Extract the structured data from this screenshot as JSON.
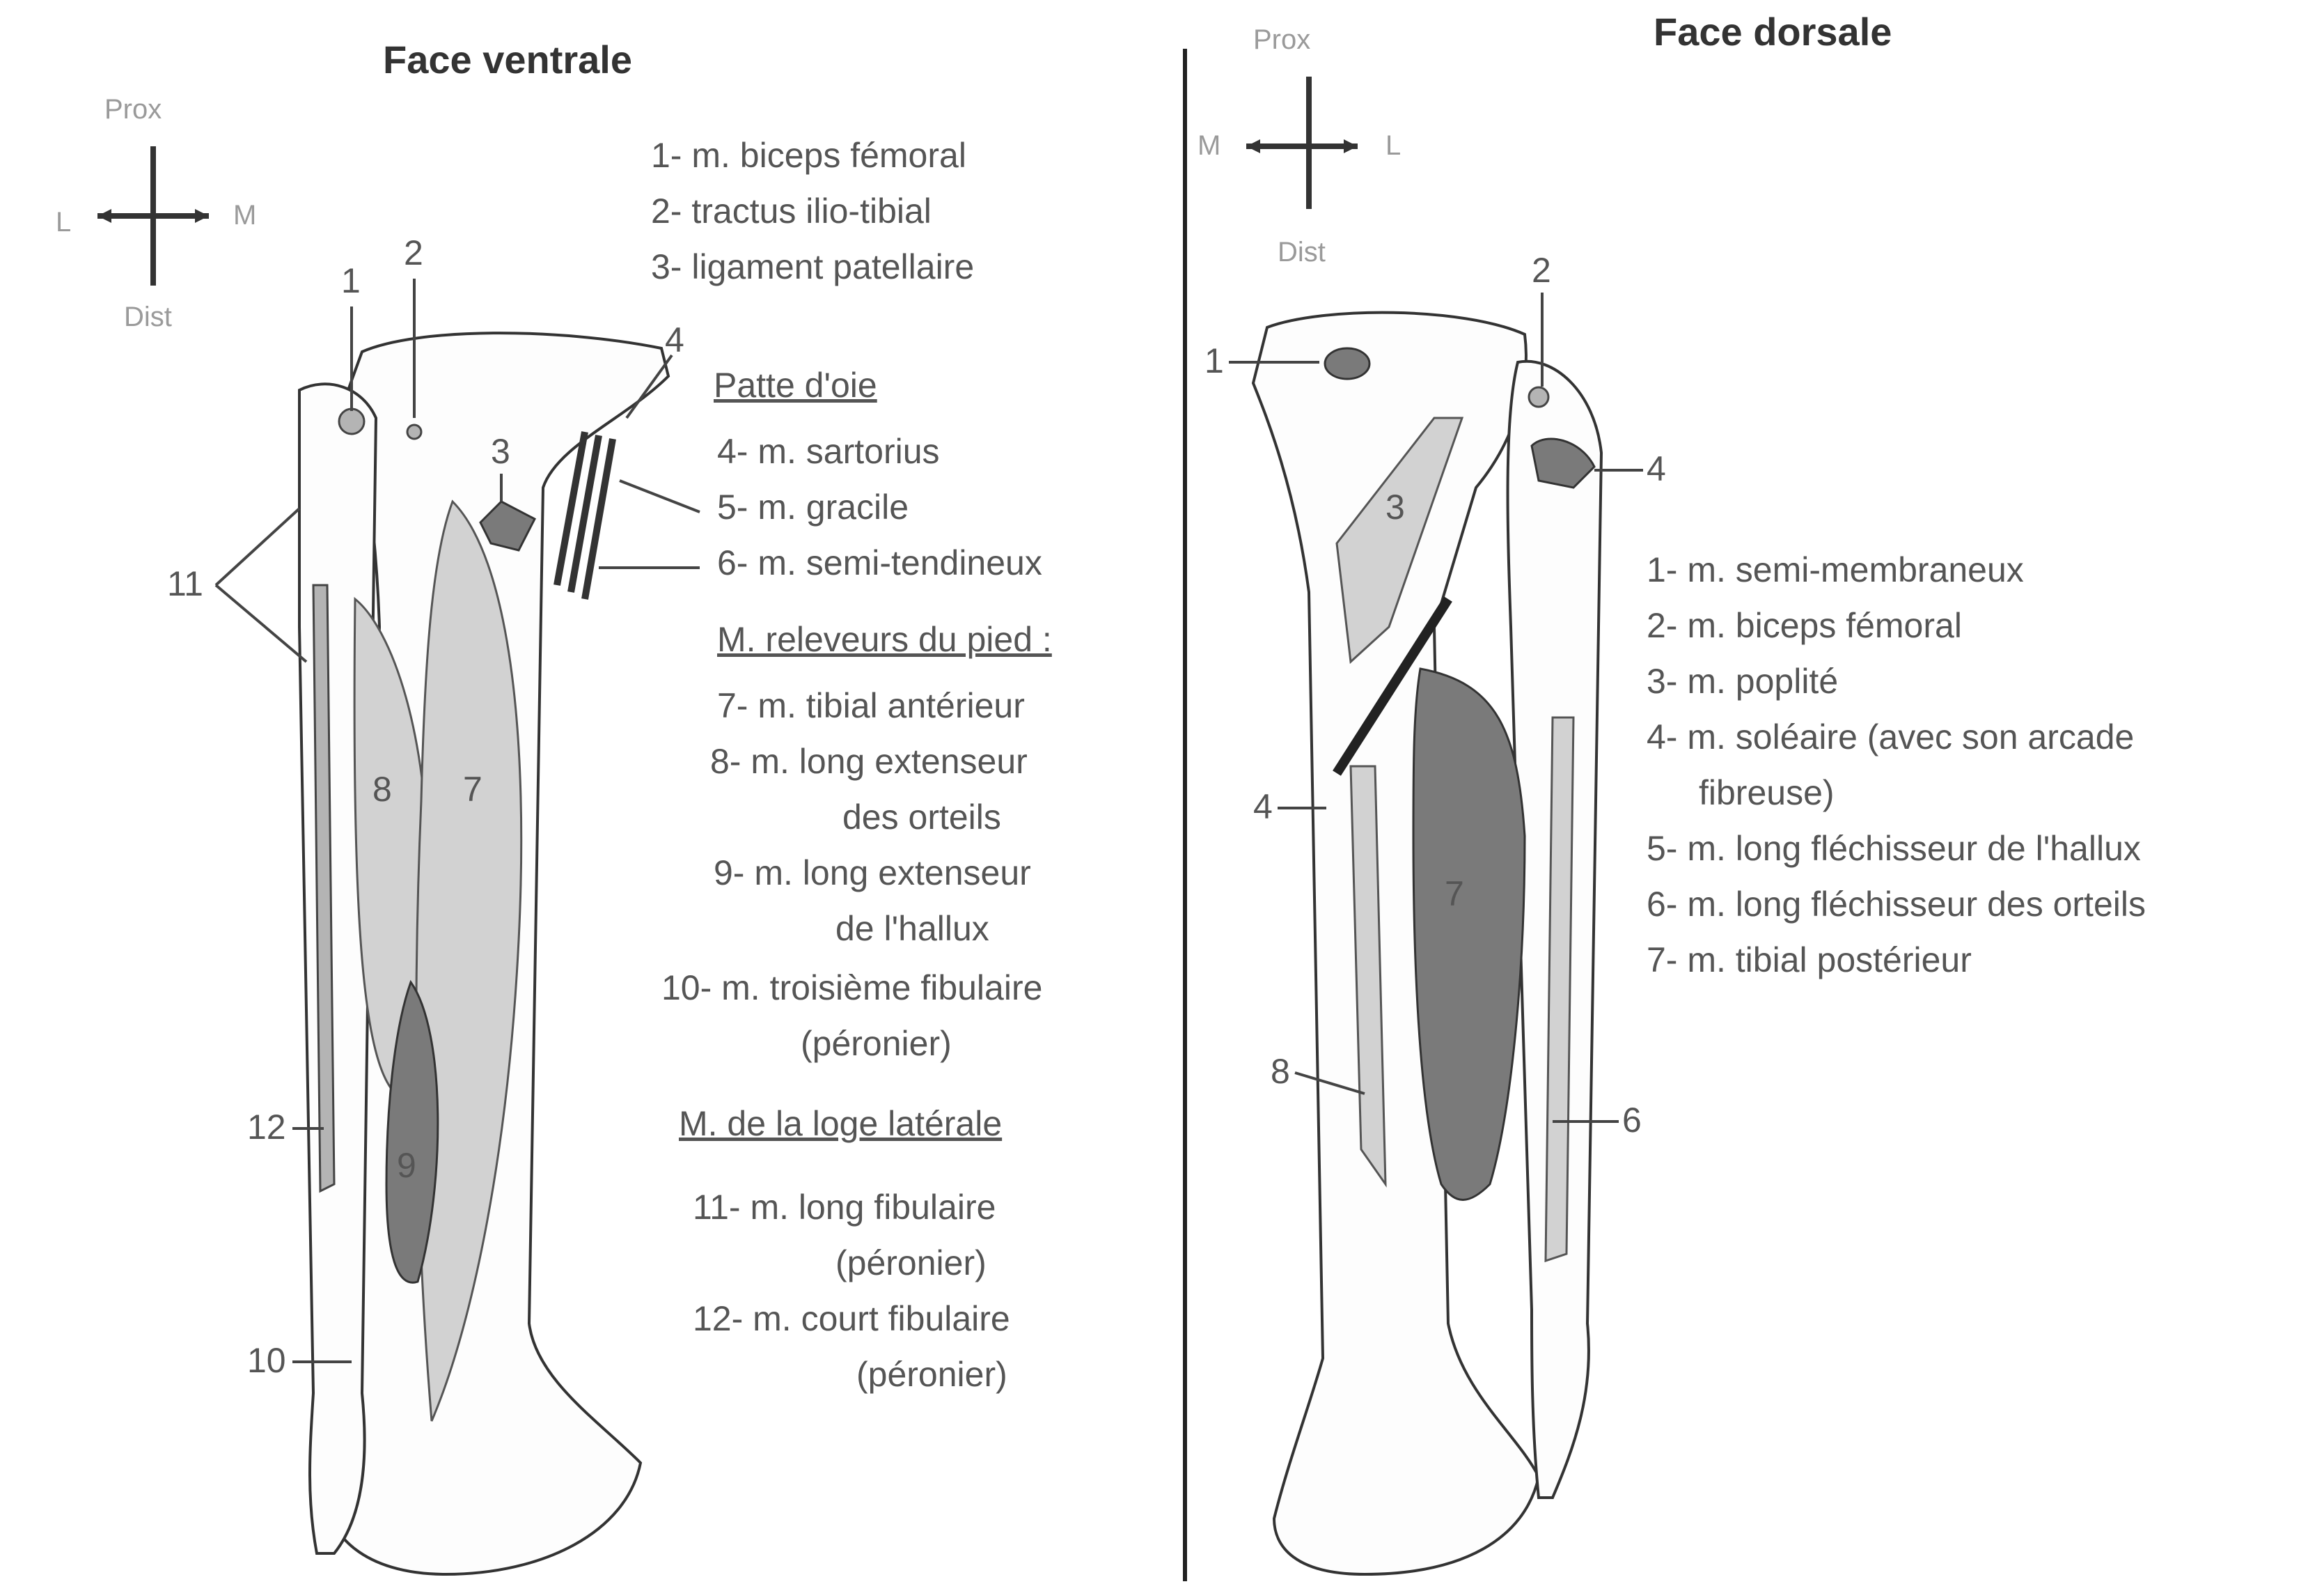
{
  "left": {
    "title": "Face ventrale",
    "orient": {
      "prox": "Prox",
      "dist": "Dist",
      "lat": "L",
      "med": "M"
    },
    "legend": [
      "1- m. biceps fémoral",
      "2- tractus ilio-tibial",
      "3- ligament patellaire"
    ],
    "sections": [
      {
        "heading": "Patte d'oie",
        "items": [
          "4- m. sartorius",
          "5- m. gracile",
          "6- m. semi-tendineux"
        ]
      },
      {
        "heading": "M. releveurs du pied :",
        "items": [
          "7- m. tibial antérieur",
          "8- m. long extenseur",
          "des orteils",
          "9- m. long extenseur",
          "de l'hallux",
          "10- m. troisième fibulaire",
          "(péronier)"
        ]
      },
      {
        "heading": "M. de la loge latérale",
        "items": [
          "11- m. long fibulaire",
          "(péronier)",
          "12- m. court fibulaire",
          "(péronier)"
        ]
      }
    ],
    "callouts": [
      "1",
      "2",
      "3",
      "4",
      "11",
      "12",
      "10"
    ],
    "muscle_numbers": [
      "7",
      "8",
      "9"
    ]
  },
  "right": {
    "title": "Face dorsale",
    "orient": {
      "prox": "Prox",
      "dist": "Dist",
      "lat": "L",
      "med": "M"
    },
    "legend": [
      "1- m. semi-membraneux",
      "2- m. biceps fémoral",
      "3- m. poplité",
      "4- m. soléaire (avec son arcade",
      "fibreuse)",
      "5- m. long fléchisseur de l'hallux",
      "6- m. long fléchisseur des orteils",
      "7- m. tibial postérieur"
    ],
    "callouts": [
      "1",
      "2",
      "4",
      "4",
      "8",
      "6"
    ],
    "muscle_numbers": [
      "3",
      "7"
    ]
  }
}
